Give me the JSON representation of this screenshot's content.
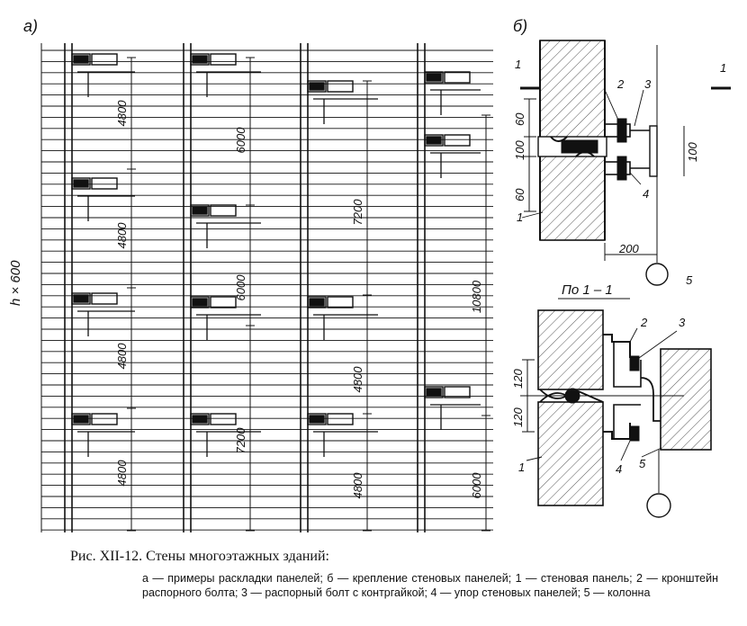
{
  "figure": {
    "label_a": "а)",
    "label_b": "б)",
    "side_label": "h × 600",
    "dims_col1": [
      "4800",
      "4800",
      "4800",
      "4800"
    ],
    "dims_col2": [
      "6000",
      "6000",
      "7200"
    ],
    "dims_col3": [
      "7200",
      "4800",
      "4800"
    ],
    "dims_col4": [
      "10800",
      "6000"
    ],
    "section_title": "По 1 – 1",
    "detail_dims_top": [
      "60",
      "100",
      "60",
      "100",
      "200"
    ],
    "detail_dims_bottom": [
      "120",
      "120"
    ],
    "callout_numbers_top": [
      "1",
      "2",
      "3",
      "4",
      "1",
      "1",
      "5"
    ],
    "callout_numbers_bottom": [
      "2",
      "3",
      "1",
      "4",
      "5"
    ]
  },
  "caption": {
    "title": "Рис. XII-12. Стены многоэтажных зданий:",
    "legend": "а — примеры раскладки панелей; б — крепление стеновых панелей; 1 — стеновая панель; 2 — кронштейн распорного болта; 3 — распорный болт с контргайкой; 4 — упор стеновых панелей; 5 — колонна"
  }
}
